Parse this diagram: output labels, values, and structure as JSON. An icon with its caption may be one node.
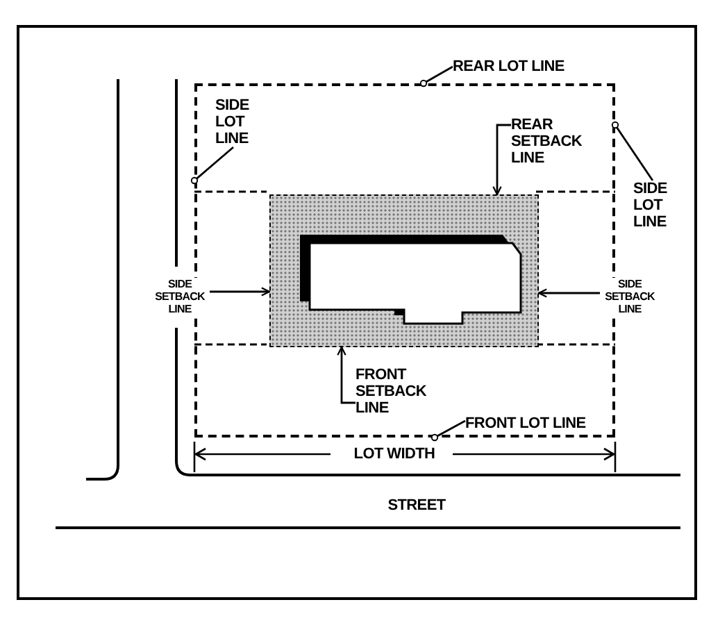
{
  "diagram": {
    "nodes": [
      {
        "text": [],
        "shape": "box"
      },
      {
        "text": [],
        "shape": "box",
        "in": 0
      },
      {
        "text": [
          "REAR LOT LINE"
        ]
      },
      {
        "text": [
          "SIDE LOT LINE"
        ],
        "in": 0
      },
      {
        "text": [
          "REAR SETBACK LINE"
        ],
        "in": 0
      },
      {
        "text": [
          "SIDE LOT LINE"
        ]
      },
      {
        "text": [
          "SIDE SETBACK LINE"
        ]
      },
      {
        "text": [
          "SIDE SETBACK LINE"
        ]
      },
      {
        "text": [
          "FRONT SETBACK LINE"
        ],
        "in": 0
      },
      {
        "text": [
          "FRONT LOT LINE"
        ],
        "in": 0
      }
    ],
    "edges": [
      {
        "from": 2,
        "to": 0,
        "arrow": "other"
      },
      {
        "from": 3,
        "to": 0,
        "arrow": "other"
      },
      {
        "from": 5,
        "to": 0,
        "arrow": "other"
      },
      {
        "from": 9,
        "to": 0,
        "arrow": "other"
      },
      {
        "from": 4,
        "to": 1,
        "arrow": "to"
      },
      {
        "from": 6,
        "to": 1,
        "arrow": "to"
      },
      {
        "from": 7,
        "to": 1,
        "arrow": "to"
      },
      {
        "from": 8,
        "to": 1,
        "arrow": "to"
      }
    ],
    "labels": [
      "LOT WIDTH",
      "STREET"
    ]
  }
}
